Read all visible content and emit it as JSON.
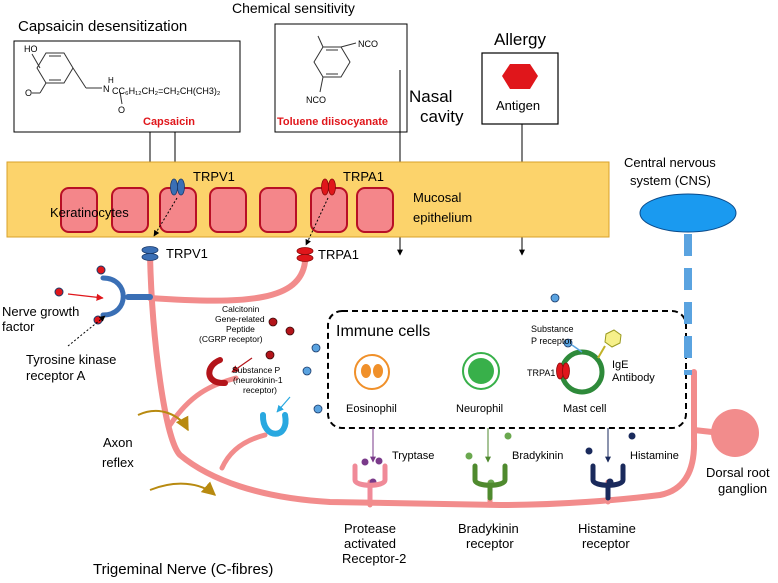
{
  "top": {
    "capsaicin_desensitization": "Capsaicin desensitization",
    "chemical_sensitivity": "Chemical sensitivity",
    "allergy": "Allergy",
    "nasal_cavity_1": "Nasal",
    "nasal_cavity_2": "cavity"
  },
  "capsaicin": {
    "name": "Capsaicin",
    "ho": "HO",
    "o": "O",
    "h": "H",
    "n": "N",
    "chain": "CC₆H₁₂CH₂=CH₂CH(CH3)₂",
    "carbonyl_o": "O"
  },
  "toluene": {
    "name": "Toluene diisocyanate",
    "nco_top": "NCO",
    "nco_bottom": "NCO"
  },
  "antigen": {
    "label": "Antigen"
  },
  "epithelium": {
    "keratinocytes": "Keratinocytes",
    "trpv1_top": "TRPV1",
    "trpa1_top": "TRPA1",
    "mucosal_1": "Mucosal",
    "mucosal_2": "epithelium"
  },
  "receptors": {
    "trpv1_nerve": "TRPV1",
    "trpa1_nerve": "TRPA1"
  },
  "ngf": {
    "line1": "Nerve growth",
    "line2": "factor"
  },
  "tyrosine": {
    "line1": "Tyrosine kinase",
    "line2": "receptor A"
  },
  "cgrp": {
    "line1": "Calcitonin",
    "line2": "Gene-related",
    "line3": "Peptide",
    "line4": "(CGRP receptor)"
  },
  "substance_p": {
    "line1": "Substance P",
    "line2": "(neurokinin-1",
    "line3": "receptor)"
  },
  "axon_reflex": {
    "line1": "Axon",
    "line2": "reflex"
  },
  "immune": {
    "title": "Immune cells",
    "eosinophil": "Eosinophil",
    "neurophil": "Neurophil",
    "mast_cell": "Mast cell",
    "substance_p_receptor_1": "Substance",
    "substance_p_receptor_2": "P receptor",
    "trpa1": "TRPA1",
    "ige_1": "IgE",
    "ige_2": "Antibody"
  },
  "mediators": {
    "tryptase": "Tryptase",
    "bradykinin": "Bradykinin",
    "histamine": "Histamine"
  },
  "bottom_receptors": {
    "par2_1": "Protease",
    "par2_2": "activated",
    "par2_3": "Receptor-2",
    "bradykinin_1": "Bradykinin",
    "bradykinin_2": "receptor",
    "histamine_1": "Histamine",
    "histamine_2": "receptor"
  },
  "cns": {
    "line1": "Central nervous",
    "line2": "system (CNS)"
  },
  "drg": {
    "line1": "Dorsal root",
    "line2": "ganglion"
  },
  "trigeminal": "Trigeminal Nerve (C-fibres)",
  "colors": {
    "nerve": "#f28c8c",
    "epithelium_fill": "#fcd36b",
    "epithelium_stroke": "#d9a22a",
    "cell_fill": "#f4868a",
    "cell_stroke": "#b80f25",
    "trpv1": "#3a6fb5",
    "trpa1": "#e0161b",
    "capsaicin_red": "#e0161b",
    "cns_fill": "#1a9af0",
    "cgrp_receptor": "#b3141a",
    "substance_p_receptor": "#29a8e0",
    "par2_receptor": "#f08a98",
    "bradykinin_receptor": "#4f8a2e",
    "histamine_receptor": "#1a2a5c",
    "axon_reflex_arrow": "#b88a10",
    "eosinophil_ring": "#f0902a",
    "neurophil_ring": "#38b04a",
    "mast_cell_ring": "#2e8a3a",
    "antigen": "#e0161b"
  }
}
